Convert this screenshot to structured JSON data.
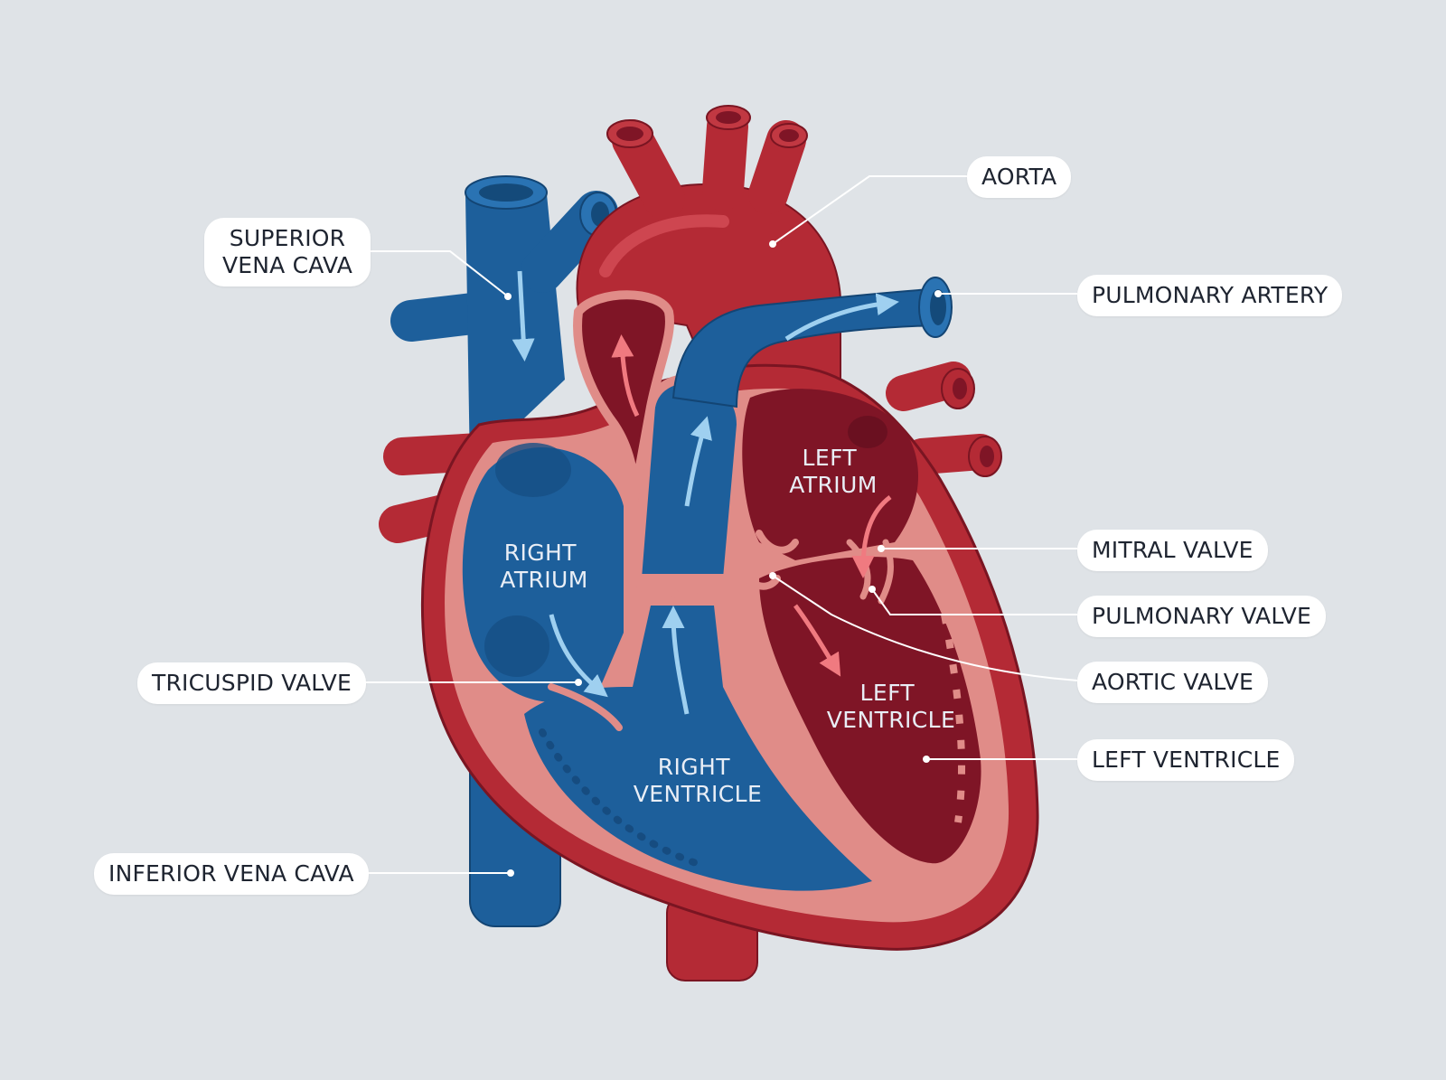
{
  "labels": {
    "superior_vena_cava": [
      "SUPERIOR",
      "VENA CAVA"
    ],
    "aorta": [
      "AORTA"
    ],
    "pulmonary_artery": [
      "PULMONARY ARTERY"
    ],
    "mitral_valve": [
      "MITRAL VALVE"
    ],
    "pulmonary_valve": [
      "PULMONARY VALVE"
    ],
    "aortic_valve": [
      "AORTIC VALVE"
    ],
    "left_ventricle": [
      "LEFT VENTRICLE"
    ],
    "tricuspid_valve": [
      "TRICUSPID VALVE"
    ],
    "inferior_vena_cava": [
      "INFERIOR VENA CAVA"
    ]
  },
  "chambers": {
    "right_atrium": [
      "RIGHT",
      "ATRIUM"
    ],
    "left_atrium": [
      "LEFT",
      "ATRIUM"
    ],
    "right_ventricle": [
      "RIGHT",
      "VENTRICLE"
    ],
    "left_ventricle": [
      "LEFT",
      "VENTRICLE"
    ]
  },
  "colors": {
    "background": "#dfe3e7",
    "deoxygenated": "#1d5f9b",
    "oxygenated": "#b42a35",
    "myocardium": "#e08c88",
    "chamber_dark_red": "#7f1526",
    "arrow_blue": "#9fd0f0",
    "arrow_red": "#f07a80",
    "leader_line": "#ffffff"
  }
}
